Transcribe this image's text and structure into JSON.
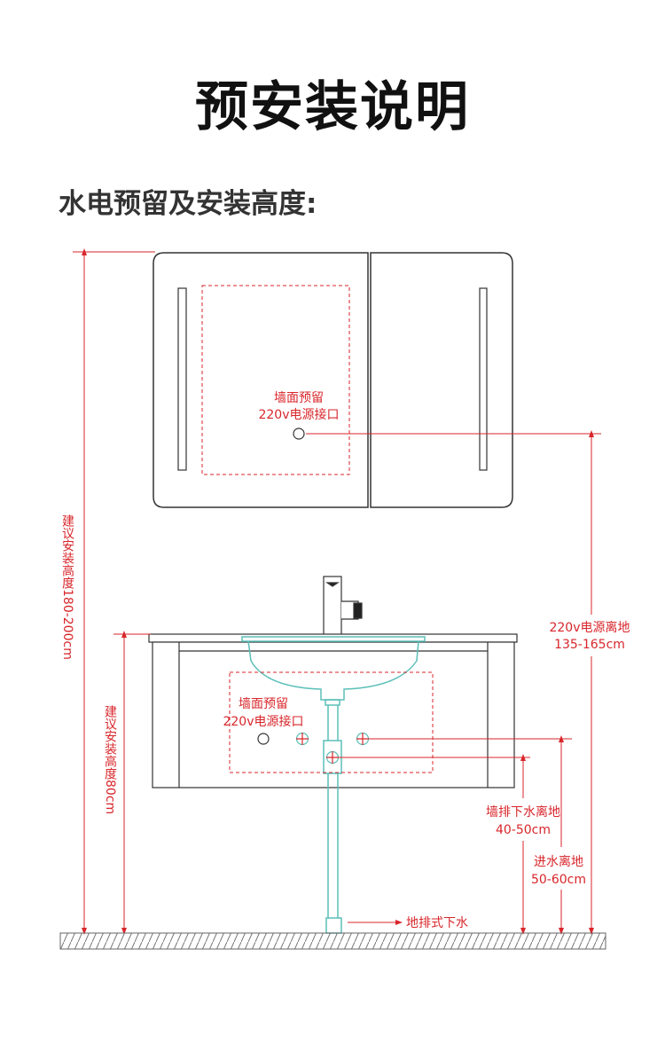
{
  "title": "预安装说明",
  "subtitle": "水电预留及安装高度:",
  "colors": {
    "dimension": "#d8262b",
    "plumbing": "#5bbfb8",
    "outline": "#333333"
  },
  "mirror_cabinet": {
    "socket_label_line1": "墙面预留",
    "socket_label_line2": "220v电源接口"
  },
  "vanity": {
    "socket_label_line1": "墙面预留",
    "socket_label_line2": "220v电源接口"
  },
  "dimensions": {
    "mirror_height": "建议安装高度180-200cm",
    "vanity_height": "建议安装高度80cm",
    "power_height_line1": "220v电源离地",
    "power_height_line2": "135-165cm",
    "wall_drain_line1": "墙排下水离地",
    "wall_drain_line2": "40-50cm",
    "water_inlet_line1": "进水离地",
    "water_inlet_line2": "50-60cm",
    "floor_drain": "地排式下水"
  }
}
